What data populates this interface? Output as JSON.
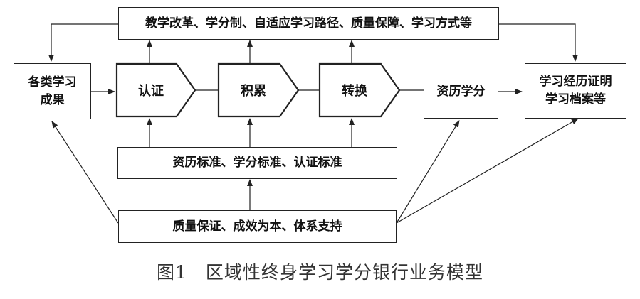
{
  "top_bar": "教学改革、学分制、自适应学习路径、质量保障、学习方式等",
  "left_box": {
    "line1": "各类学习",
    "line2": "成果"
  },
  "steps": {
    "certify": "认证",
    "accumulate": "积累",
    "convert": "转换"
  },
  "credit_box": "资历学分",
  "right_box": {
    "line1": "学习经历证明",
    "line2": "学习档案等"
  },
  "standards_bar": "资历标准、学分标准、认证标准",
  "quality_bar": "质量保证、成效为本、体系支持",
  "caption": "图1　区域性终身学习学分银行业务模型"
}
